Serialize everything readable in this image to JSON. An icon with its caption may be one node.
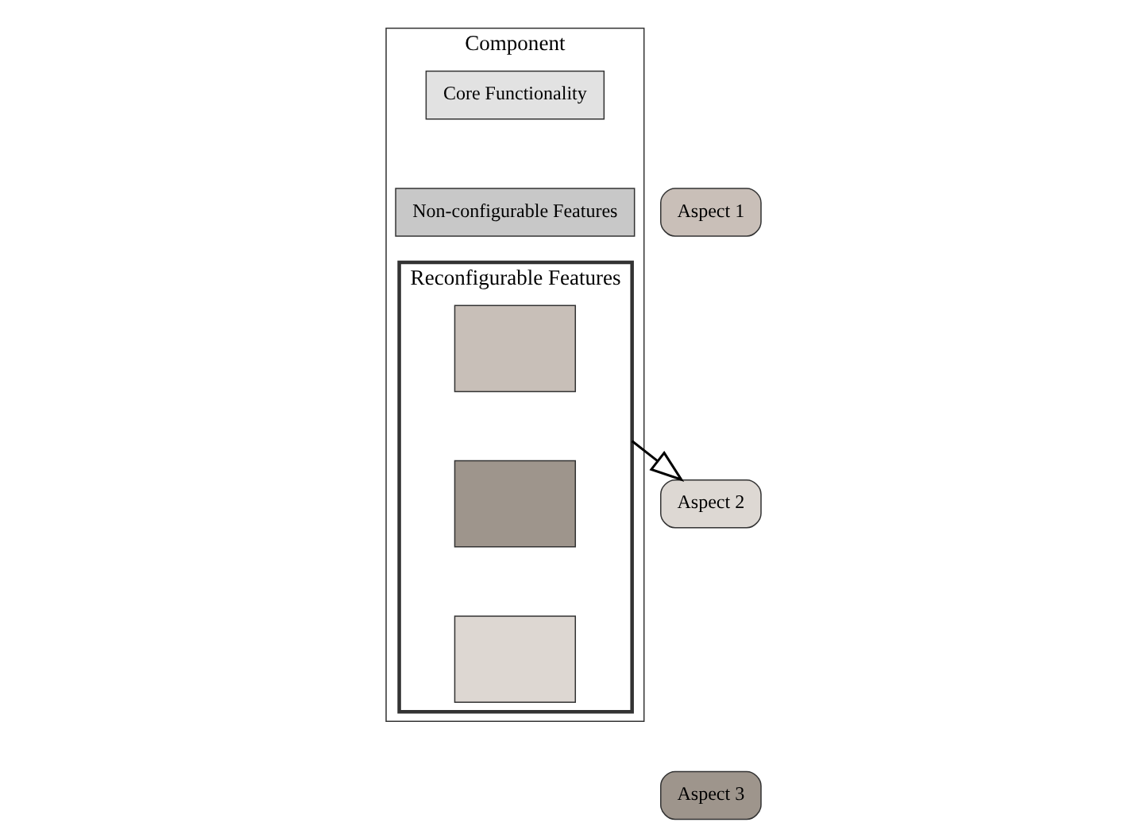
{
  "diagram": {
    "nodes": [
      {
        "text": [
          "Component"
        ]
      },
      {
        "text": [
          "Core Functionality"
        ],
        "in": 0
      },
      {
        "text": [
          "Non-configurable Features"
        ],
        "in": 0
      },
      {
        "text": [
          "Reconfigurable Features"
        ],
        "in": 0
      },
      {
        "text": [],
        "shape": "box",
        "in": 3
      },
      {
        "text": [],
        "shape": "box",
        "in": 3
      },
      {
        "text": [],
        "shape": "box",
        "in": 3
      },
      {
        "text": [
          "Aspect 1"
        ]
      },
      {
        "text": [
          "Aspect 2"
        ]
      },
      {
        "text": [
          "Aspect 3"
        ]
      }
    ],
    "edges": [
      {
        "from": 3,
        "to": 8,
        "arrow": "to"
      }
    ]
  }
}
